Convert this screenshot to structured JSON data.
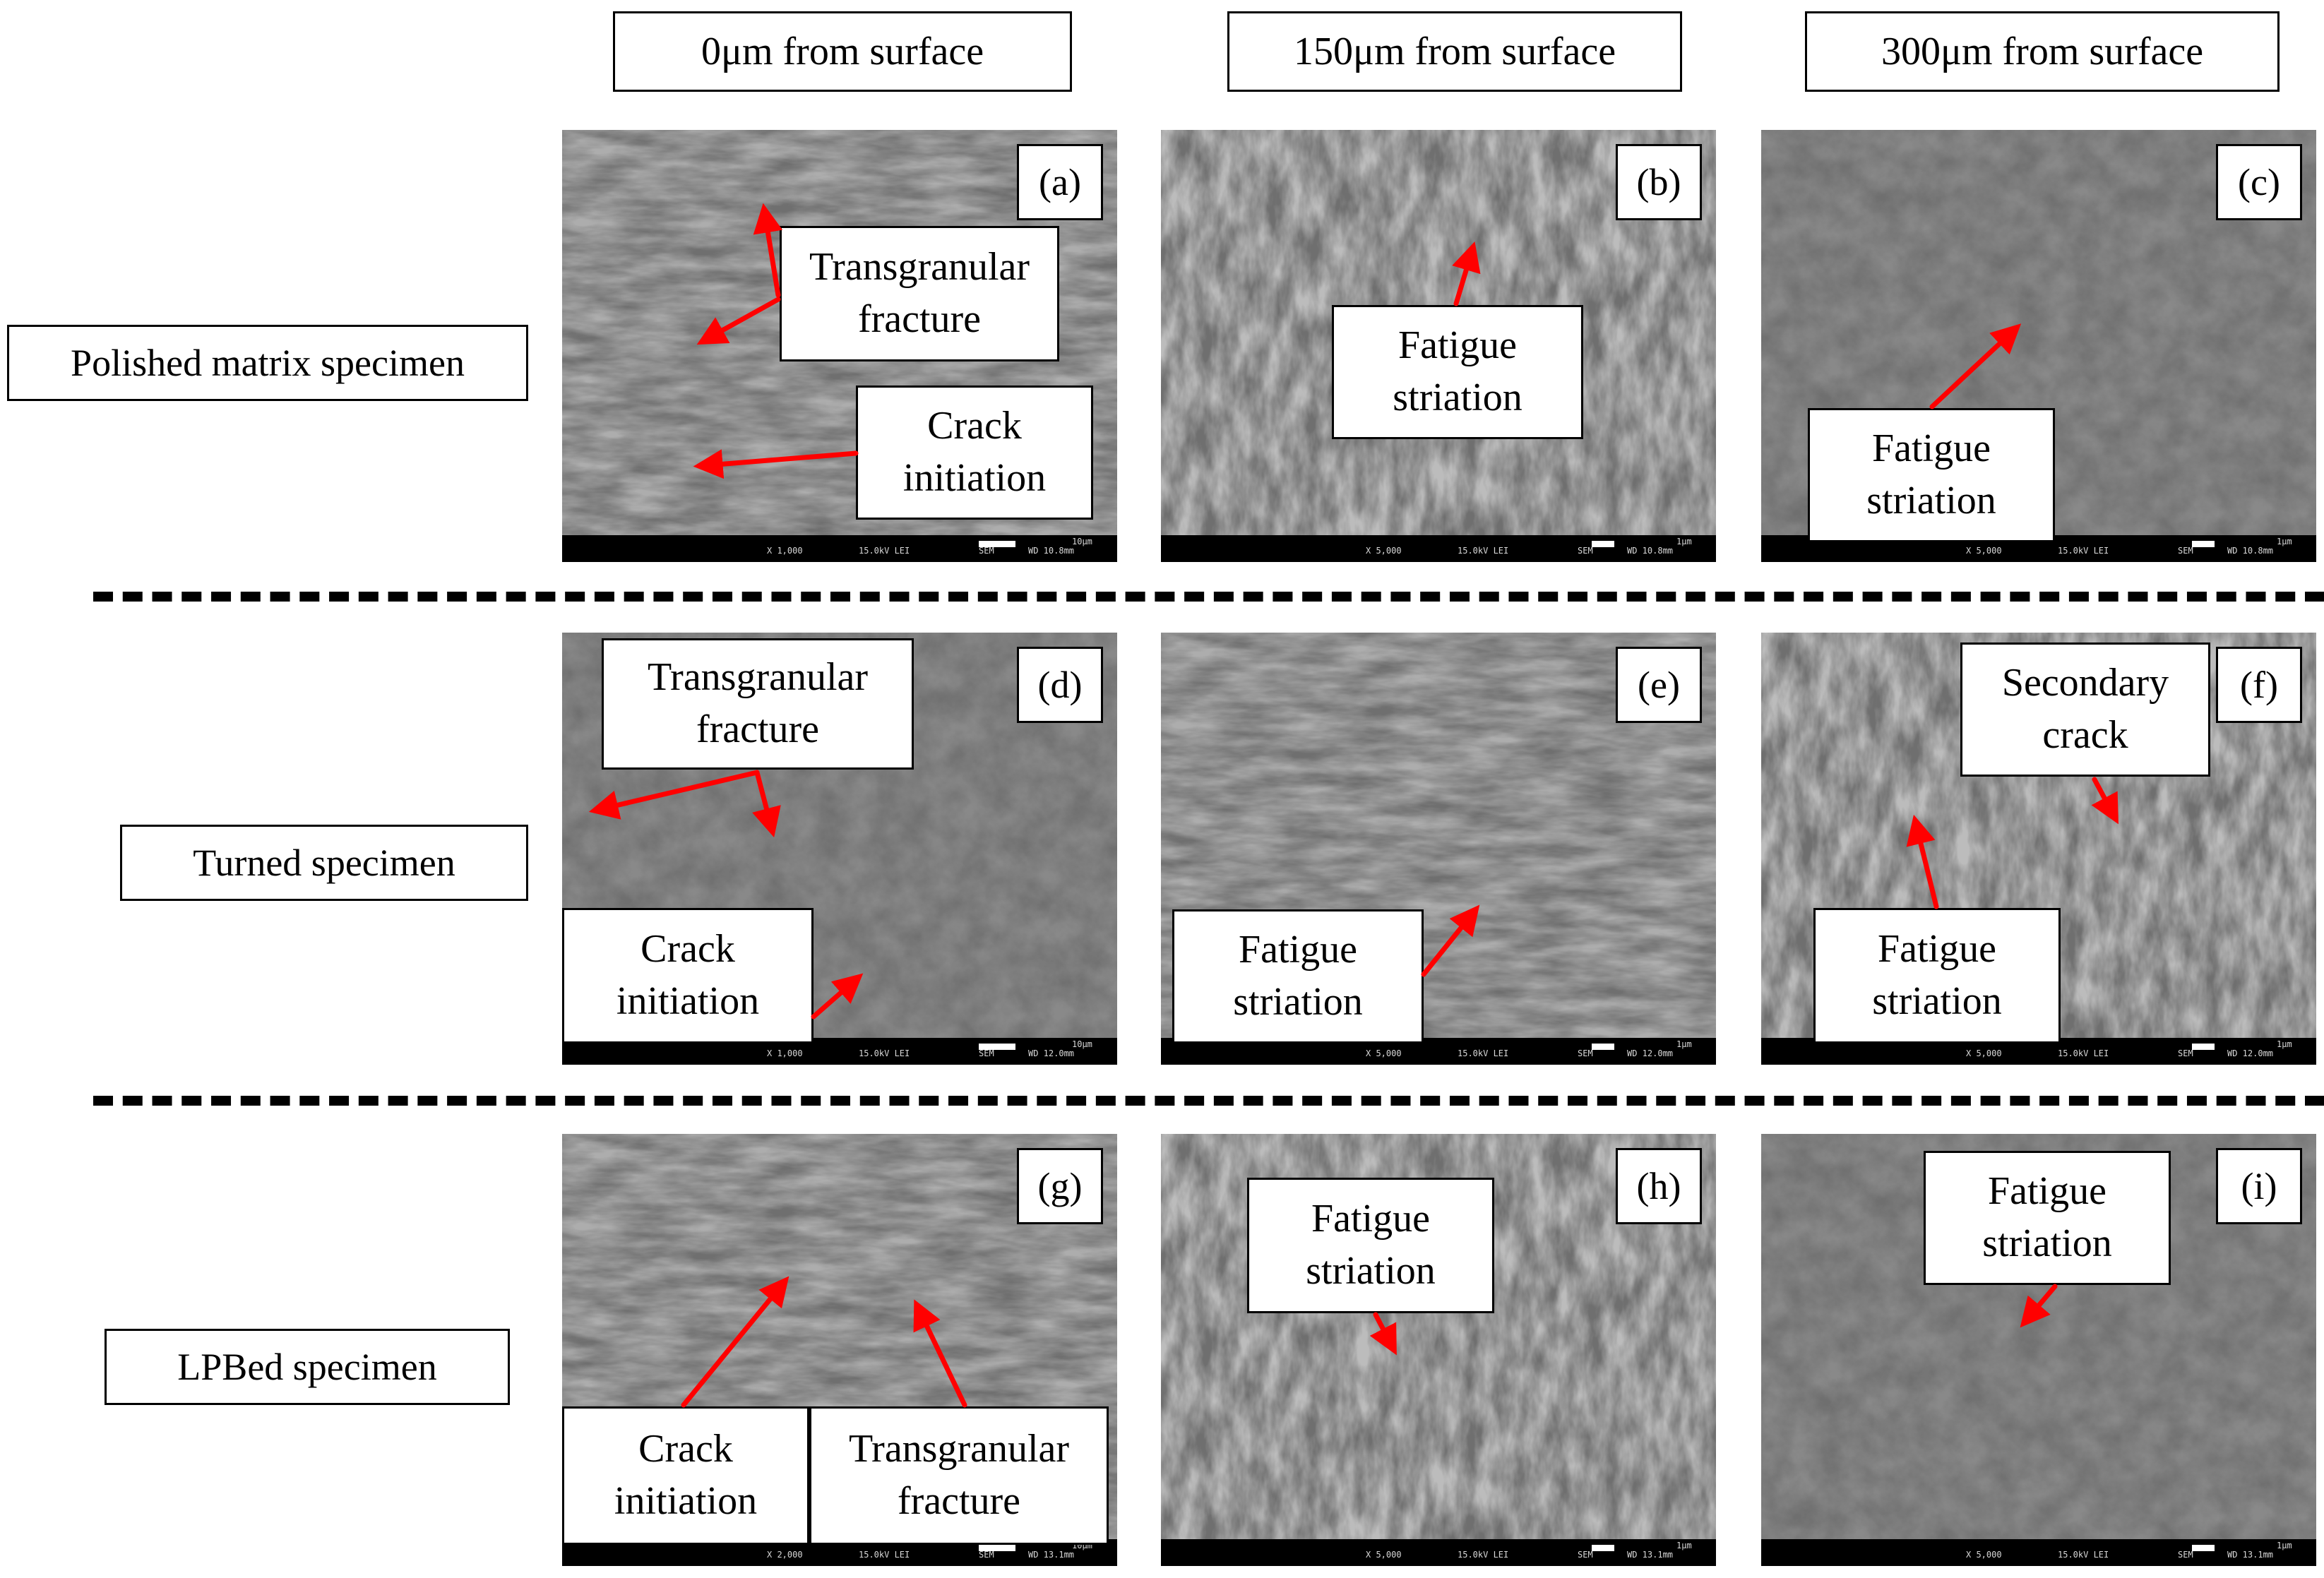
{
  "columns": [
    "0μm from surface",
    "150μm from surface",
    "300μm from surface"
  ],
  "rows": [
    "Polished matrix specimen",
    "Turned specimen",
    "LPBed specimen"
  ],
  "panels": [
    {
      "letter": "(a)",
      "mag": "X 1,000",
      "kv": "15.0kV LEI",
      "mode": "SEM",
      "wd": "WD 10.8mm",
      "scale": "10μm"
    },
    {
      "letter": "(b)",
      "mag": "X 5,000",
      "kv": "15.0kV LEI",
      "mode": "SEM",
      "wd": "WD 10.8mm",
      "scale": "1μm"
    },
    {
      "letter": "(c)",
      "mag": "X 5,000",
      "kv": "15.0kV LEI",
      "mode": "SEM",
      "wd": "WD 10.8mm",
      "scale": "1μm"
    },
    {
      "letter": "(d)",
      "mag": "X 1,000",
      "kv": "15.0kV LEI",
      "mode": "SEM",
      "wd": "WD 12.0mm",
      "scale": "10μm"
    },
    {
      "letter": "(e)",
      "mag": "X 5,000",
      "kv": "15.0kV LEI",
      "mode": "SEM",
      "wd": "WD 12.0mm",
      "scale": "1μm"
    },
    {
      "letter": "(f)",
      "mag": "X 5,000",
      "kv": "15.0kV LEI",
      "mode": "SEM",
      "wd": "WD 12.0mm",
      "scale": "1μm"
    },
    {
      "letter": "(g)",
      "mag": "X 2,000",
      "kv": "15.0kV LEI",
      "mode": "SEM",
      "wd": "WD 13.1mm",
      "scale": "10μm"
    },
    {
      "letter": "(h)",
      "mag": "X 5,000",
      "kv": "15.0kV LEI",
      "mode": "SEM",
      "wd": "WD 13.1mm",
      "scale": "1μm"
    },
    {
      "letter": "(i)",
      "mag": "X 5,000",
      "kv": "15.0kV LEI",
      "mode": "SEM",
      "wd": "WD 13.1mm",
      "scale": "1μm"
    }
  ],
  "callouts": [
    "Transgranular\nfracture",
    "Crack\ninitiation",
    "Fatigue\nstriation",
    "Fatigue\nstriation",
    "Transgranular\nfracture",
    "Crack\ninitiation",
    "Fatigue\nstriation",
    "Secondary\ncrack",
    "Fatigue\nstriation",
    "Crack\ninitiation",
    "Transgranular\nfracture",
    "Fatigue\nstriation",
    "Fatigue\nstriation"
  ],
  "colors": {
    "arrow": "#ff0000",
    "frame": "#000000",
    "background": "#ffffff"
  }
}
